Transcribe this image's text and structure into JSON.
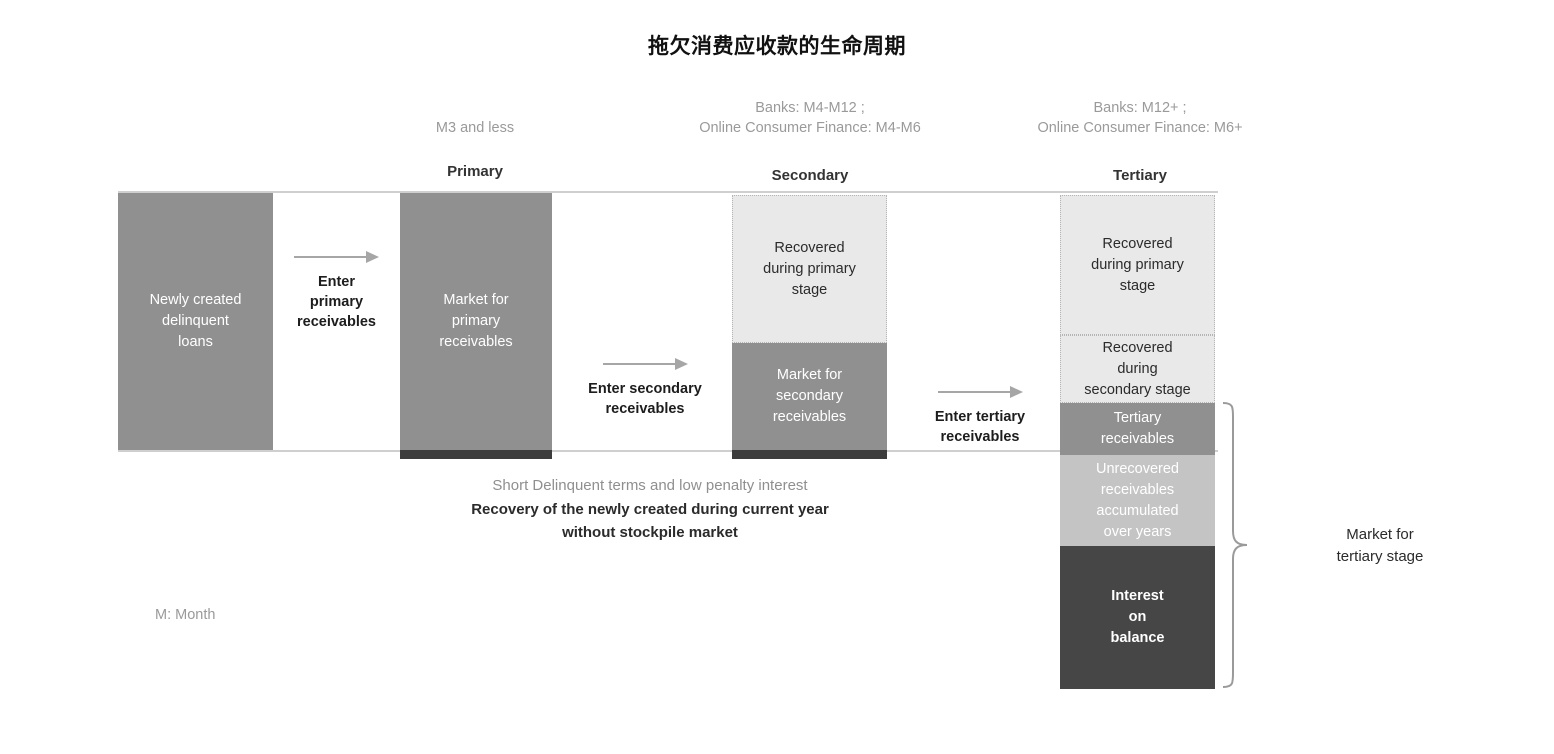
{
  "title": "拖欠消费应收款的生命周期",
  "stages": [
    {
      "id": "primary",
      "period": "M3 and less",
      "name": "Primary"
    },
    {
      "id": "secondary",
      "period": "Banks: M4-M12 ;\nOnline Consumer Finance: M4-M6",
      "name": "Secondary"
    },
    {
      "id": "tertiary",
      "period": "Banks: M12+ ;\nOnline Consumer Finance: M6+",
      "name": "Tertiary"
    }
  ],
  "boxes": {
    "newly_created": "Newly created\ndelinquent\nloans",
    "market_primary": "Market for\nprimary\nreceivables",
    "recovered_primary_sec_col": "Recovered\nduring primary\nstage",
    "market_secondary": "Market for\nsecondary\nreceivables",
    "recovered_primary_ter_col": "Recovered\nduring primary\nstage",
    "recovered_secondary_ter_col": "Recovered\nduring\nsecondary stage",
    "tertiary_receivables": "Tertiary\nreceivables",
    "unrecovered": "Unrecovered\nreceivables\naccumulated\nover years",
    "interest_on_balance": "Interest\non\nbalance"
  },
  "flows": [
    {
      "id": "enter-primary",
      "label": "Enter\nprimary\nreceivables"
    },
    {
      "id": "enter-secondary",
      "label": "Enter secondary\nreceivables"
    },
    {
      "id": "enter-tertiary",
      "label": "Enter tertiary\nreceivables"
    }
  ],
  "notes": {
    "line1": "Short Delinquent terms and low penalty interest",
    "line2": "Recovery of the newly created during current year\nwithout stockpile market",
    "legend": "M: Month"
  },
  "brace_label": "Market for\ntertiary stage",
  "colors": {
    "mid_gray": "#909090",
    "light_gray": "#e9e9e9",
    "medium_light_gray": "#c4c4c4",
    "dark_gray": "#464646",
    "bar_dark": "#3d3d3d",
    "rule": "#cfcfcf",
    "muted_text": "#9a9a9a"
  }
}
